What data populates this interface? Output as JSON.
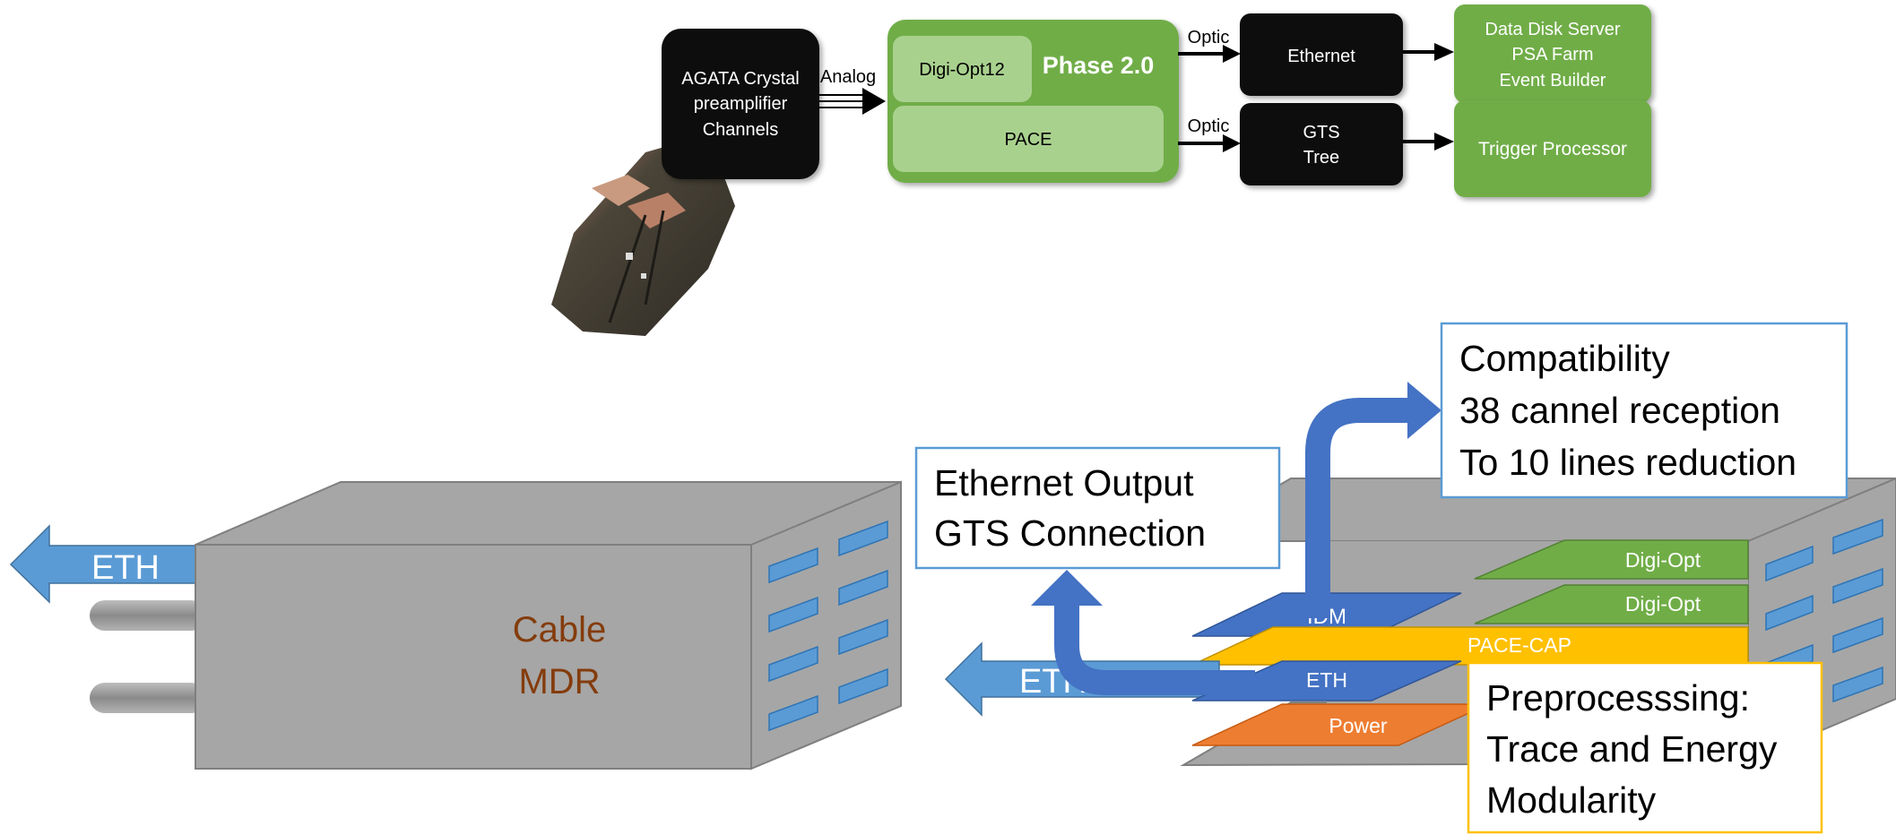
{
  "top_diagram": {
    "detector_box": [
      "AGATA Crystal",
      "preamplifier",
      "Channels"
    ],
    "analog_label": "Analog",
    "phase_box": {
      "title": "Phase 2.0",
      "digi_label": "Digi-Opt12",
      "pace_label": "PACE"
    },
    "optic_label_top": "Optic",
    "optic_label_bottom": "Optic",
    "ethernet_box": "Ethernet",
    "gts_box": [
      "GTS",
      "Tree"
    ],
    "data_box": [
      "Data Disk Server",
      "PSA Farm",
      "Event Builder"
    ],
    "trigger_box": "Trigger Processor"
  },
  "left_unit": {
    "eth_arrow": "ETH",
    "front_label": [
      "Cable",
      "MDR"
    ]
  },
  "right_unit": {
    "eth_arrow": "ETH",
    "layers": {
      "digi_opt_1": "Digi-Opt",
      "digi_opt_2": "Digi-Opt",
      "idm": "IDM",
      "pace_cap": "PACE-CAP",
      "eth": "ETH",
      "power": "Power"
    }
  },
  "callouts": {
    "ethernet": [
      "Ethernet Output",
      "GTS Connection"
    ],
    "compatibility": [
      "Compatibility",
      "38 cannel reception",
      "To 10 lines reduction"
    ],
    "preprocessing": [
      "Preprocesssing:",
      "Trace and Energy",
      "Modularity"
    ]
  },
  "colors": {
    "green_box": "#70ad47",
    "green_light": "#a9d18e",
    "black_box": "#0d0d0d",
    "blue_arrow": "#5b9bd5",
    "blue_layer": "#4472c4",
    "gold_layer": "#ffc000",
    "orange_layer": "#ed7d31",
    "grey_unit": "#a6a6a6",
    "cable_text": "#843c0c",
    "callout_blue_border": "#5b9bd5",
    "callout_gold_border": "#ffc000"
  }
}
